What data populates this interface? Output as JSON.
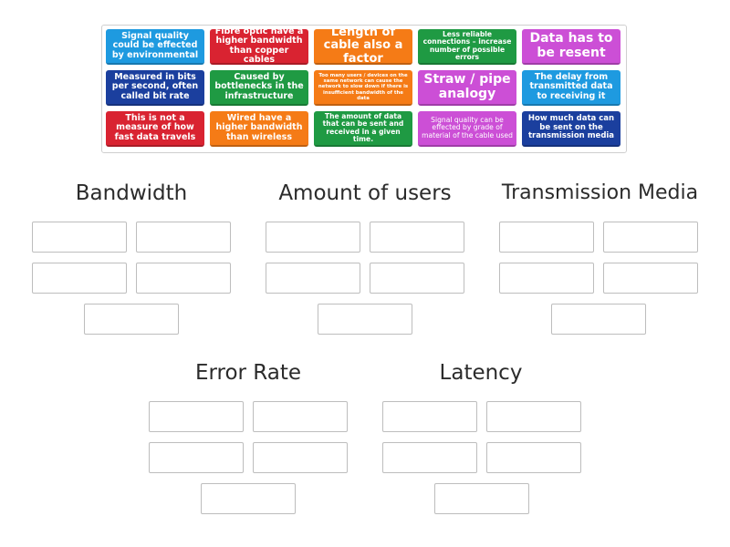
{
  "tiles": [
    {
      "text": "Signal quality could be effected by environmental",
      "color": "#1e9ae0"
    },
    {
      "text": "Fibre optic have a higher bandwidth than copper cables",
      "color": "#d92331"
    },
    {
      "text": "Length of cable also a factor",
      "color": "#f57b16"
    },
    {
      "text": "Less reliable connections – increase number of possible errors",
      "color": "#1f9a43"
    },
    {
      "text": "Data has to be resent",
      "color": "#cc4fd6"
    },
    {
      "text": "Measured in bits per second, often called bit rate",
      "color": "#1b3f9e"
    },
    {
      "text": "Caused by bottlenecks in the infrastructure",
      "color": "#1f9a43"
    },
    {
      "text": "Too many users / devices on the same network can cause the network to slow down if there is insufficient bandwidth of the data",
      "color": "#f57b16"
    },
    {
      "text": "Straw / pipe analogy",
      "color": "#cc4fd6"
    },
    {
      "text": "The delay from transmitted data to receiving it",
      "color": "#1e9ae0"
    },
    {
      "text": "This is not a measure of how fast data travels",
      "color": "#d92331"
    },
    {
      "text": "Wired have a higher bandwidth than wireless",
      "color": "#f57b16"
    },
    {
      "text": "The amount of data that can be sent and received in a given time.",
      "color": "#1f9a43"
    },
    {
      "text": "Signal quality can be effected by grade of material of the cable used",
      "color": "#cc4fd6"
    },
    {
      "text": "How much data can be sent on the transmission media",
      "color": "#1b3f9e"
    }
  ],
  "categories": [
    {
      "title": "Bandwidth"
    },
    {
      "title": "Amount of users"
    },
    {
      "title": "Transmission Media"
    },
    {
      "title": "Error Rate"
    },
    {
      "title": "Latency"
    }
  ]
}
